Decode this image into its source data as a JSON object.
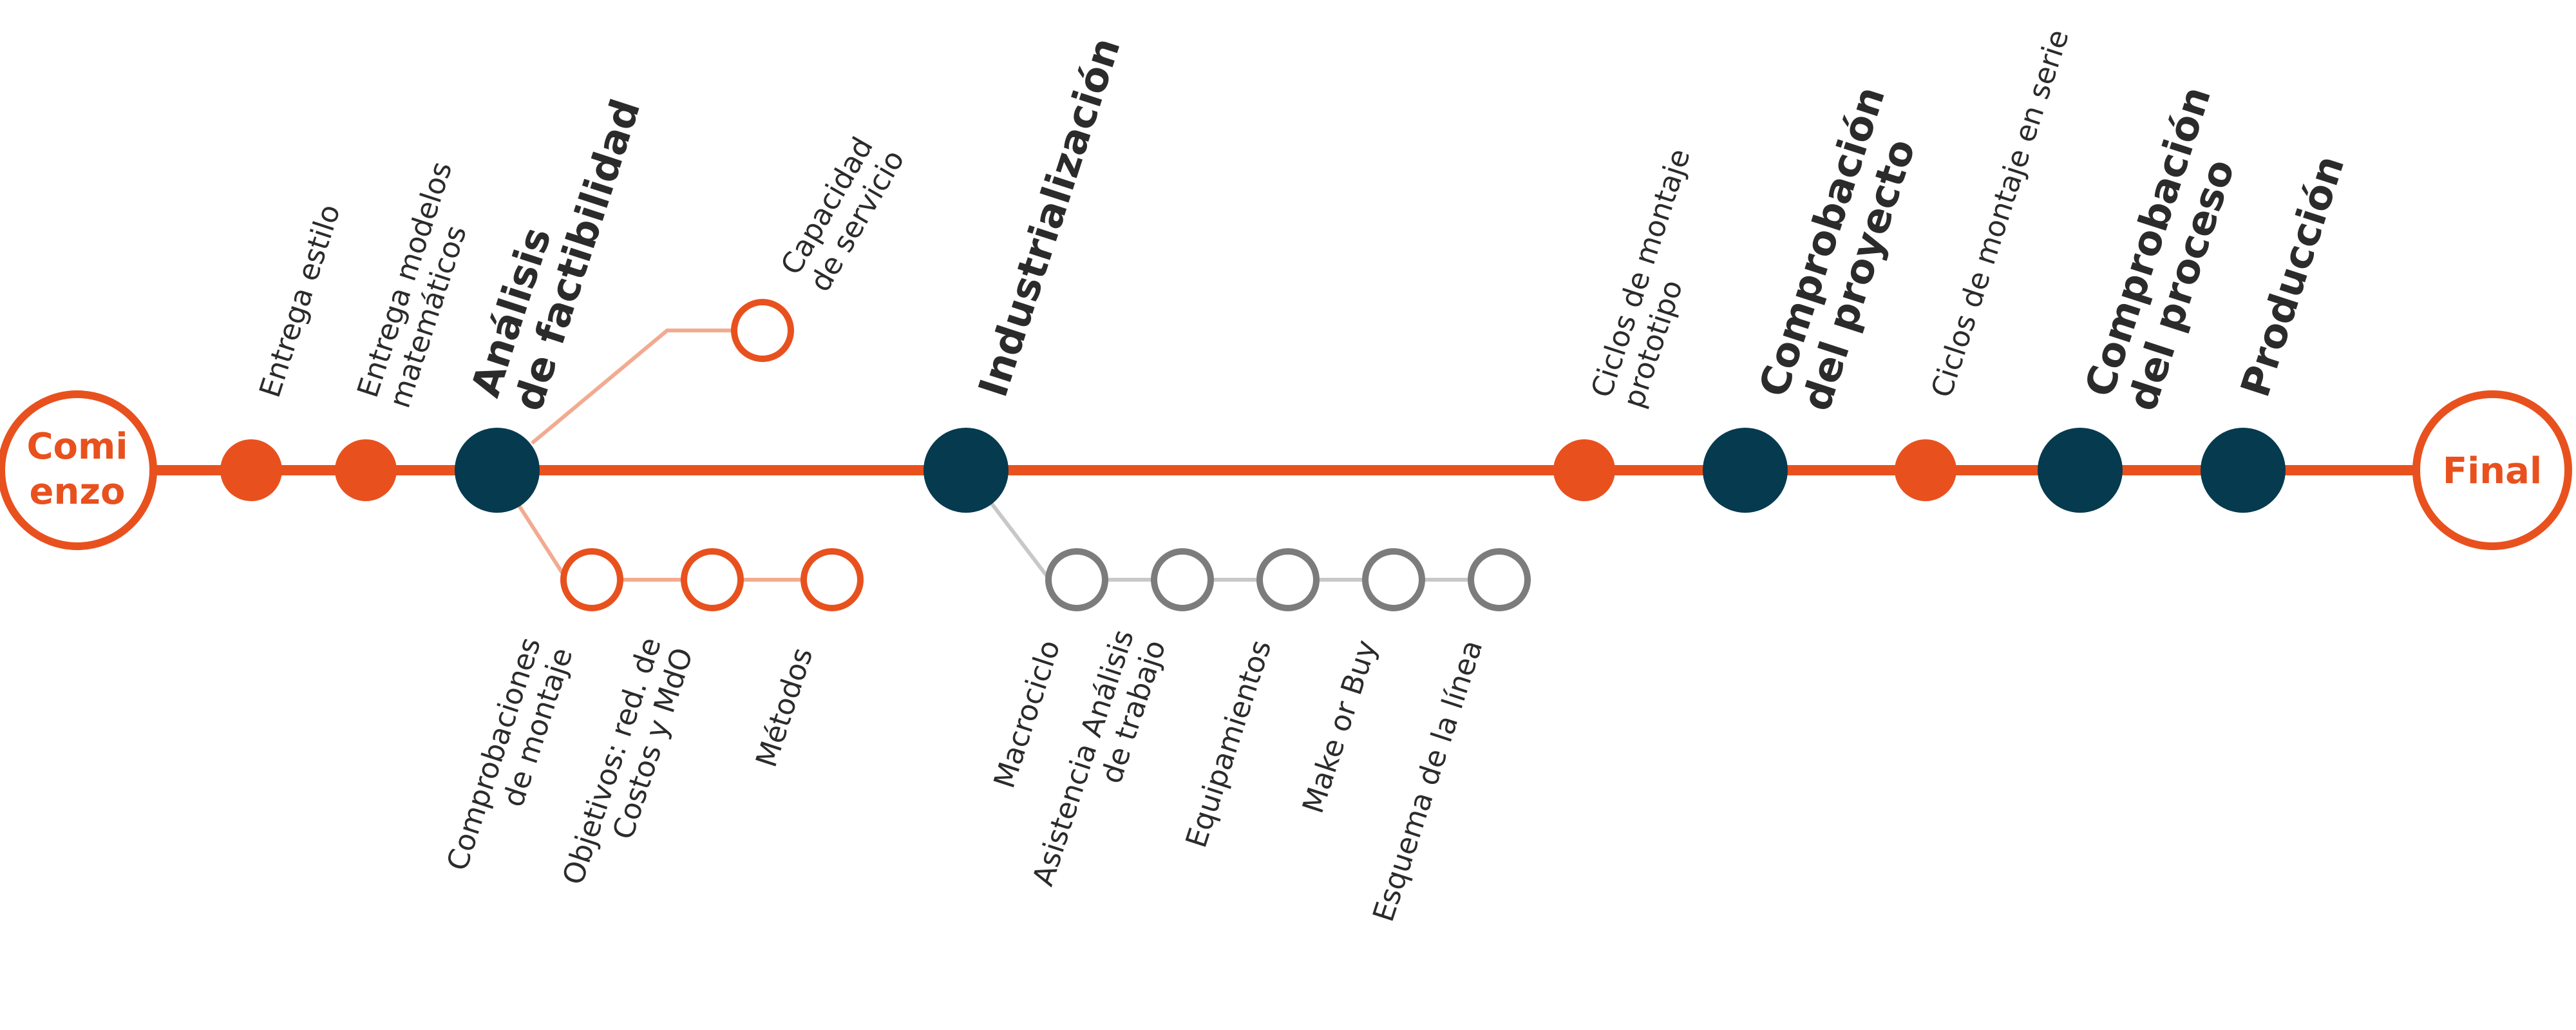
{
  "colors": {
    "accent": "#e8511e",
    "milestone": "#063a4f",
    "branch_orange": "#f2ab90",
    "branch_gray": "#c8c8c8",
    "gray_node": "#7c7c7c",
    "text": "#2b2b2b",
    "background": "#ffffff"
  },
  "endpoints": {
    "start": [
      "Comi",
      "enzo"
    ],
    "end": [
      "Final"
    ]
  },
  "main_nodes": [
    {
      "type": "minor",
      "lines": [
        "Entrega estilo"
      ]
    },
    {
      "type": "minor",
      "lines": [
        "Entrega modelos",
        "matemáticos"
      ]
    },
    {
      "type": "major",
      "lines": [
        "Análisis",
        "de factibilidad"
      ]
    },
    {
      "type": "major",
      "lines": [
        "Industrialización"
      ]
    },
    {
      "type": "minor",
      "lines": [
        "Ciclos de montaje",
        "prototipo"
      ]
    },
    {
      "type": "major",
      "lines": [
        "Comprobación",
        "del proyecto"
      ]
    },
    {
      "type": "minor",
      "lines": [
        "Ciclos de montaje en serie"
      ]
    },
    {
      "type": "major",
      "lines": [
        "Comprobación",
        "del proceso"
      ]
    },
    {
      "type": "major",
      "lines": [
        "Producción"
      ]
    }
  ],
  "branch_factibilidad_up": [
    {
      "lines": [
        "Capacidad",
        "de servicio"
      ]
    }
  ],
  "branch_factibilidad_down": [
    {
      "lines": [
        "Comprobaciones",
        "de montaje"
      ]
    },
    {
      "lines": [
        "Objetivos: red. de",
        "Costos y MdO"
      ]
    },
    {
      "lines": [
        "Métodos"
      ]
    }
  ],
  "branch_industrializacion_down": [
    {
      "lines": [
        "Macrociclo"
      ]
    },
    {
      "lines": [
        "Asistencia Análisis",
        "de trabajo"
      ]
    },
    {
      "lines": [
        "Equipamientos"
      ]
    },
    {
      "lines": [
        "Make or Buy"
      ]
    },
    {
      "lines": [
        "Esquema de la línea"
      ]
    }
  ]
}
